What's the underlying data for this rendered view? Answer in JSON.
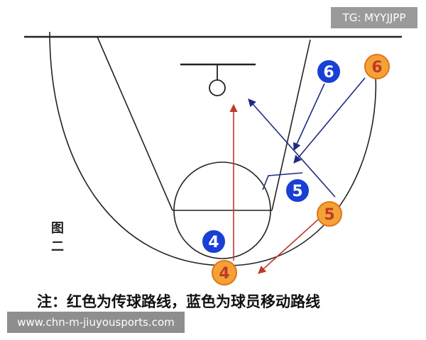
{
  "tag_label": "TG: MYYJJPP",
  "figure_label": "图二",
  "note": "注：红色为传球路线，蓝色为球员移动路线",
  "watermark": "www.chn-m-jiuyousports.com",
  "colors": {
    "line": "#222222",
    "pass_route": "#c0392b",
    "move_route": "#1f2a80",
    "blue_player": "#1a3fd6",
    "orange_player": "#f4a236",
    "orange_ring": "#e0731a"
  },
  "players": [
    {
      "id": "blue-6",
      "label": "6",
      "team": "blue"
    },
    {
      "id": "orange-6",
      "label": "6",
      "team": "orange"
    },
    {
      "id": "blue-5",
      "label": "5",
      "team": "blue"
    },
    {
      "id": "orange-5",
      "label": "5",
      "team": "orange"
    },
    {
      "id": "blue-4",
      "label": "4",
      "team": "blue"
    },
    {
      "id": "orange-4",
      "label": "4",
      "team": "orange"
    }
  ]
}
